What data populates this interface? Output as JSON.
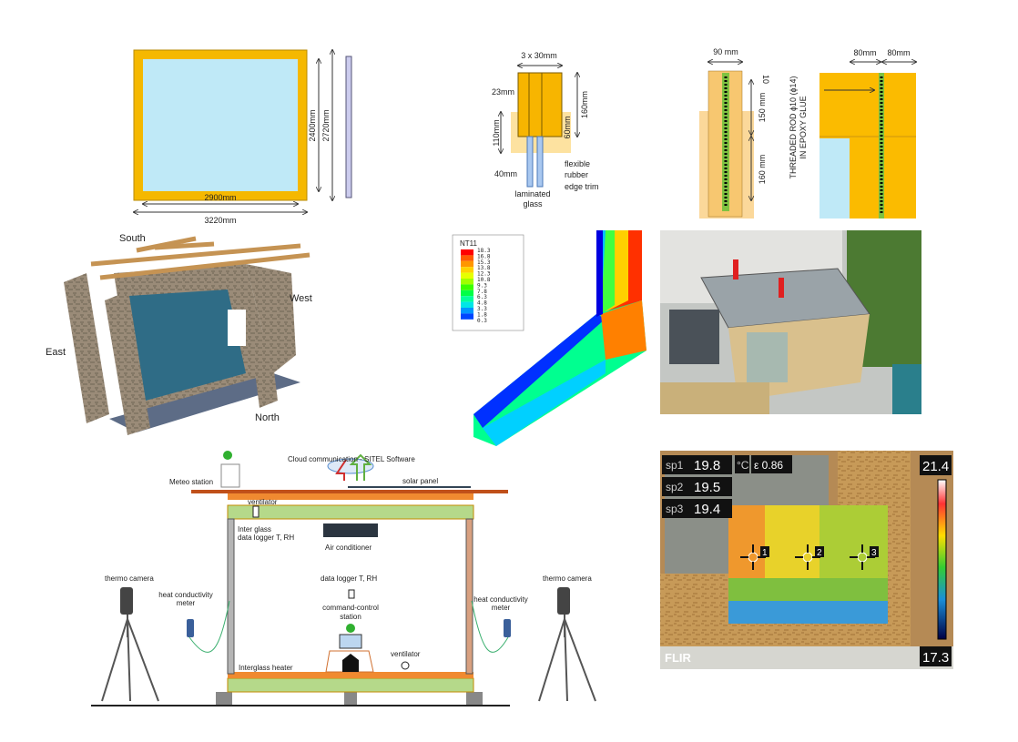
{
  "window_frame": {
    "width_inner": "2900mm",
    "width_outer": "3220mm",
    "height_inner": "2400mm",
    "height_outer": "2720mm"
  },
  "house_3d": {
    "south": "South",
    "west": "West",
    "east": "East",
    "north": "North"
  },
  "glass_detail": {
    "top": "3 x 30mm",
    "d23": "23mm",
    "d110": "110mm",
    "d160": "160mm",
    "d60": "60mm",
    "d40": "40mm",
    "glass": "laminated glass",
    "glass_line1": "laminated",
    "glass_line2": "glass",
    "trim_line1": "flexible",
    "trim_line2": "rubber",
    "trim_line3": "edge trim"
  },
  "rod_detail": {
    "w90": "90 mm",
    "d10": "10",
    "d150": "150 mm",
    "d160": "160 mm",
    "rod_line1": "THREADED ROD ϕ10 (ϕ14)",
    "rod_line2": "IN EPOXY GLUE",
    "w80a": "80mm",
    "w80b": "80mm"
  },
  "legend_nt11": {
    "title": "NT11",
    "values": [
      "18.3",
      "16.8",
      "15.3",
      "13.8",
      "12.3",
      "10.8",
      "9.3",
      "7.8",
      "6.3",
      "4.8",
      "3.3",
      "1.8",
      "0.3"
    ],
    "colors": [
      "#ff0000",
      "#ff5a00",
      "#ff9600",
      "#ffd200",
      "#e6ff00",
      "#a0ff00",
      "#3cff00",
      "#00ff46",
      "#00ff9b",
      "#00e6e6",
      "#0096ff",
      "#0046ff",
      "#0000e6"
    ]
  },
  "schema": {
    "cloud": "Cloud communication - SITEL Software",
    "meteo": "Meteo station",
    "solar": "solar panel",
    "ventilator_top": "ventilator",
    "interglass_l1": "Inter glass",
    "interglass_l2": "data logger T, RH",
    "ac": "Air conditioner",
    "logger": "data logger T, RH",
    "station_l1": "command-control",
    "station_l2": "station",
    "ventilator_bottom": "ventilator",
    "heater": "Interglass heater",
    "thermo_left": "thermo camera",
    "thermo_right": "thermo camera",
    "hc_left_l1": "heat conductivity",
    "hc_left_l2": "meter",
    "hc_right_l1": "heat conductivity",
    "hc_right_l2": "meter"
  },
  "thermal": {
    "spots": [
      {
        "label": "sp1",
        "value": "19.8"
      },
      {
        "label": "sp2",
        "value": "19.5"
      },
      {
        "label": "sp3",
        "value": "19.4"
      }
    ],
    "unit": "°C",
    "emissivity": "ε 0.86",
    "max": "21.4",
    "min": "17.3",
    "brand": "FLIR",
    "markers": [
      "1",
      "2",
      "3"
    ]
  }
}
